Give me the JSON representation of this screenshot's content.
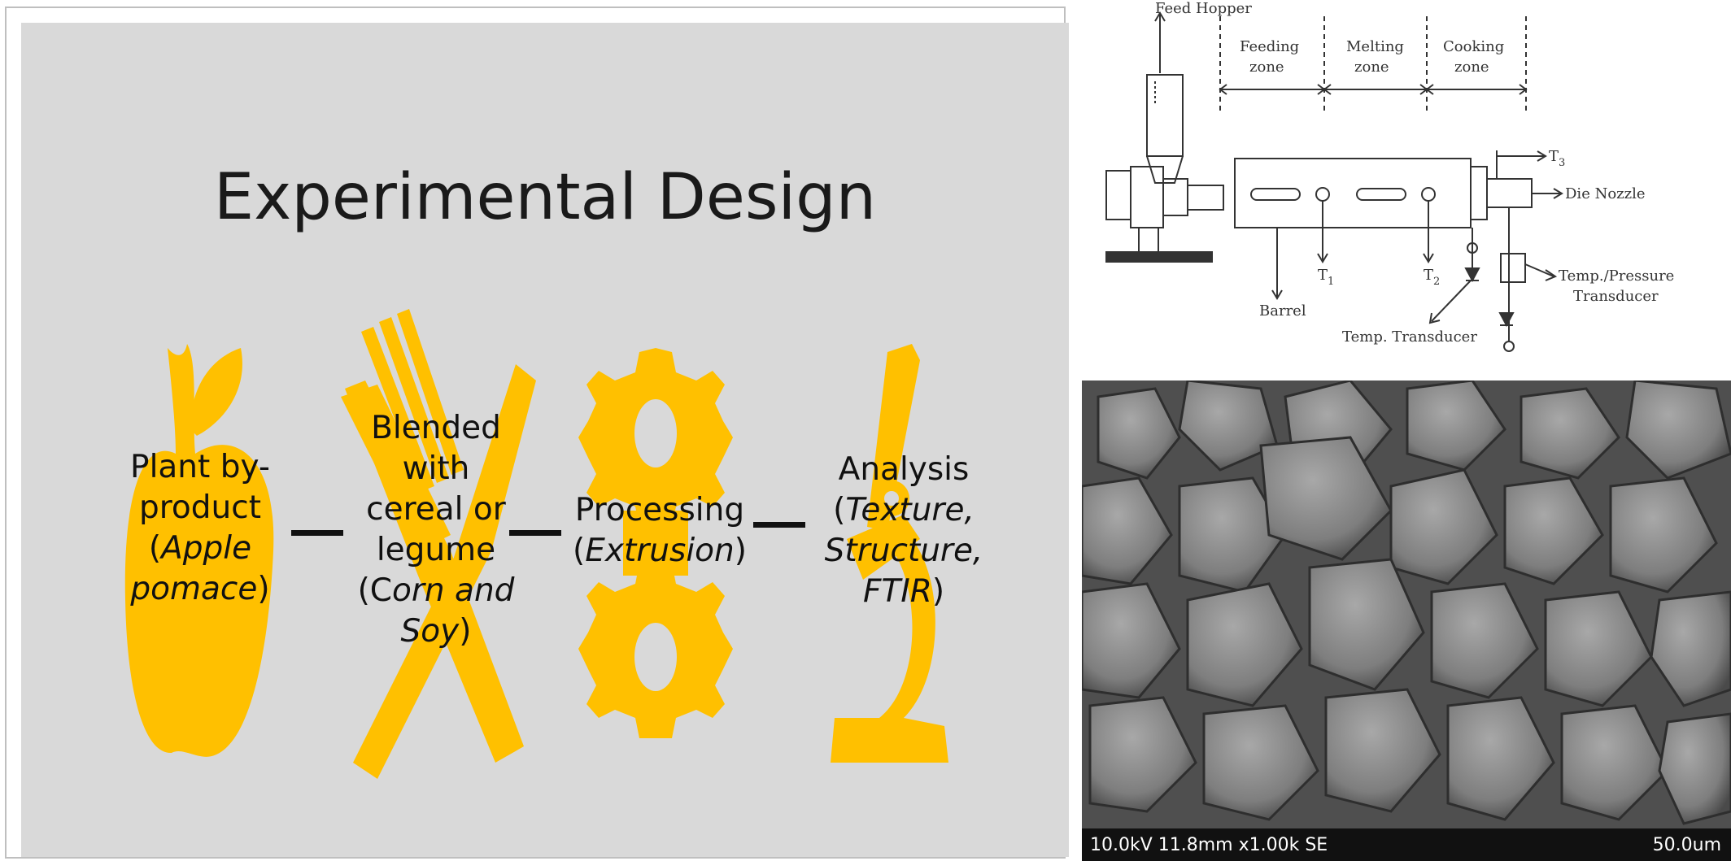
{
  "slide": {
    "title": "Experimental Design",
    "steps": [
      {
        "line1": "Plant by-",
        "line2": "product",
        "line3_prefix": "(",
        "line3_em": "Apple",
        "line4_em": "pomace",
        "line4_suffix": ")",
        "icon": "apple-icon"
      },
      {
        "line1": "Blended",
        "line2": "with",
        "line3": "cereal or",
        "line4": "legume",
        "line5_prefix": "(C",
        "line5_em": "orn and",
        "line6_em": "Soy",
        "line6_suffix": ")",
        "icon": "fork-knife-icon"
      },
      {
        "line1": "Processing",
        "line2_prefix": "(",
        "line2_em": "Extrusion",
        "line2_suffix": ")",
        "icon": "gear-icon"
      },
      {
        "line1": "Analysis",
        "line2_prefix": "(",
        "line2_em": "Texture,",
        "line3_em": "Structure,",
        "line4_em": "FTIR",
        "line4_suffix": ")",
        "icon": "microscope-icon"
      }
    ],
    "icon_color": "#ffc000",
    "background_color": "#d9d9d9"
  },
  "extruder_diagram": {
    "feed_hopper": "Feed Hopper",
    "zones": [
      {
        "line1": "Feeding",
        "line2": "zone"
      },
      {
        "line1": "Melting",
        "line2": "zone"
      },
      {
        "line1": "Cooking",
        "line2": "zone"
      }
    ],
    "t3_label": "T",
    "t3_sub": "3",
    "die_nozzle": "Die Nozzle",
    "t1_label": "T",
    "t1_sub": "1",
    "t2_label": "T",
    "t2_sub": "2",
    "barrel": "Barrel",
    "temp_transducer": "Temp. Transducer",
    "temp_pressure_line1": "Temp./Pressure",
    "temp_pressure_line2": "Transducer"
  },
  "sem_image": {
    "info_left": "10.0kV 11.8mm x1.00k SE",
    "info_right": "50.0um"
  }
}
